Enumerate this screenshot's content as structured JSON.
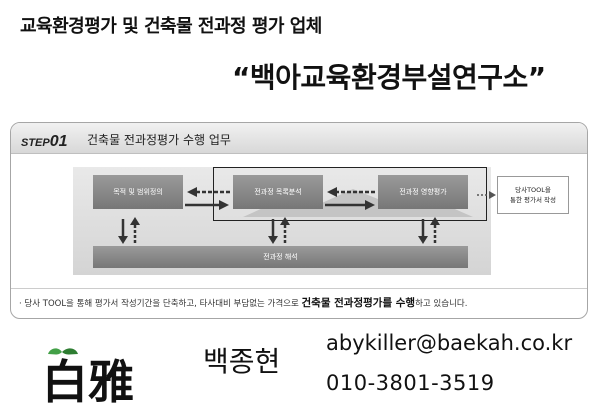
{
  "header": {
    "line1": "교육환경평가 및 건축물 전과정 평가 업체",
    "org_name": "“백아교육환경부설연구소”"
  },
  "step": {
    "tag_prefix": "STEP",
    "tag_number": "01",
    "title": "건축물 전과정평가 수행 업무"
  },
  "diagram": {
    "box_purpose": "목적 및 범위정의",
    "box_literature": "전과정 목록분석",
    "box_impact": "전과정 영향평가",
    "box_interpretation": "전과정 해석",
    "tool_line1": "당사TOOL을",
    "tool_line2": "통한 평가서 작성"
  },
  "footer": {
    "text_before": "· 당사 TOOL을 통해 평가서 작성기간을 단축하고, 타사대비 부담없는 가격으로 ",
    "text_bold": "건축물 전과정평가를 수행",
    "text_after": "하고 있습니다."
  },
  "contact": {
    "logo_text": "白雅",
    "name": "백종현",
    "email": "abykiller@baekah.co.kr",
    "phone": "010-3801-3519"
  },
  "colors": {
    "box_fill": "#888888",
    "panel_border": "#a6a6a6",
    "logo_leaf": "#2e7d32"
  }
}
